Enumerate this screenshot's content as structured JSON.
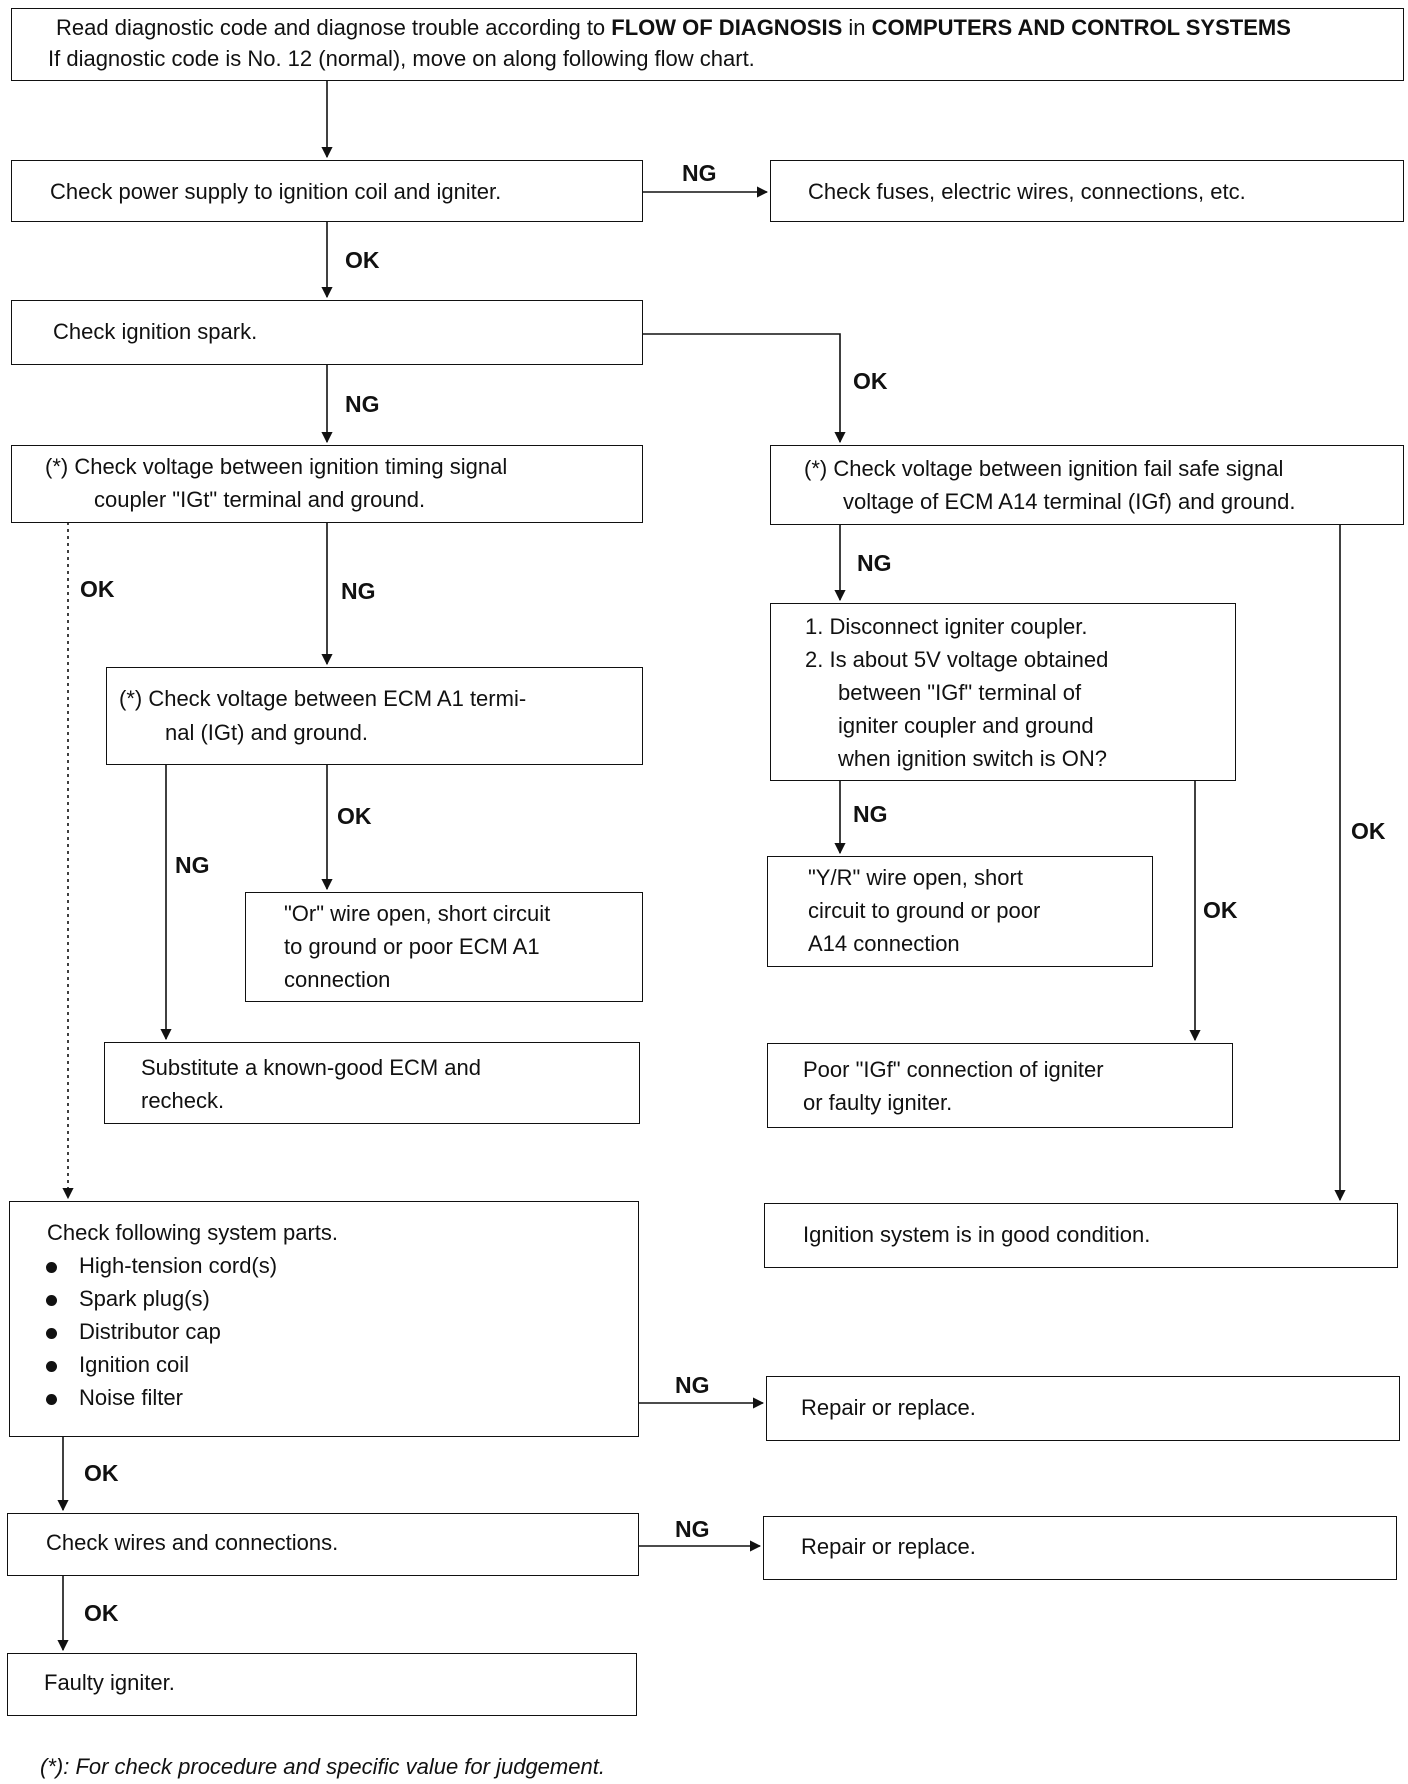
{
  "header": {
    "line1_pre": "Read diagnostic code and diagnose trouble according to ",
    "line1_bold1": "FLOW OF DIAGNOSIS",
    "line1_mid": " in ",
    "line1_bold2": "COMPUTERS AND CONTROL SYSTEMS",
    "line2": "If diagnostic code is No. 12 (normal), move on along following flow chart."
  },
  "steps": {
    "power_supply": "Check power supply to ignition coil and igniter.",
    "fuses": "Check fuses, electric wires, connections, etc.",
    "spark": "Check ignition spark.",
    "igt_l1": "(*)  Check voltage between ignition timing signal",
    "igt_l2": "coupler \"IGt\" terminal and ground.",
    "igf_l1": "(*) Check voltage between ignition fail safe signal",
    "igf_l2": "voltage of ECM A14 terminal (IGf) and ground.",
    "ecm_a1_l1": "(*)  Check voltage between ECM A1 termi-",
    "ecm_a1_l2": "nal (IGt) and ground.",
    "disc_l1": "1.  Disconnect igniter coupler.",
    "disc_l2": "2.  Is about 5V voltage obtained",
    "disc_l3": "between \"IGf\" terminal of",
    "disc_l4": "igniter coupler and ground",
    "disc_l5": "when ignition switch is ON?",
    "or_wire_l1": "\"Or\" wire open, short circuit",
    "or_wire_l2": "to ground or poor ECM A1",
    "or_wire_l3": "connection",
    "yr_wire_l1": "\"Y/R\" wire open, short",
    "yr_wire_l2": "circuit to ground or poor",
    "yr_wire_l3": "A14 connection",
    "substitute_l1": "Substitute a known-good ECM and",
    "substitute_l2": "recheck.",
    "poor_igf_l1": "Poor \"IGf\" connection of igniter",
    "poor_igf_l2": "or faulty igniter.",
    "parts_title": "Check following system parts.",
    "parts": [
      "High-tension cord(s)",
      "Spark plug(s)",
      "Distributor cap",
      "Ignition coil",
      "Noise filter"
    ],
    "good_condition": "Ignition system is in good condition.",
    "repair1": "Repair or replace.",
    "wires": "Check wires and connections.",
    "repair2": "Repair or replace.",
    "faulty": "Faulty igniter."
  },
  "labels": {
    "ng": "NG",
    "ok": "OK"
  },
  "footnote": "(*): For check procedure and specific value for judgement."
}
